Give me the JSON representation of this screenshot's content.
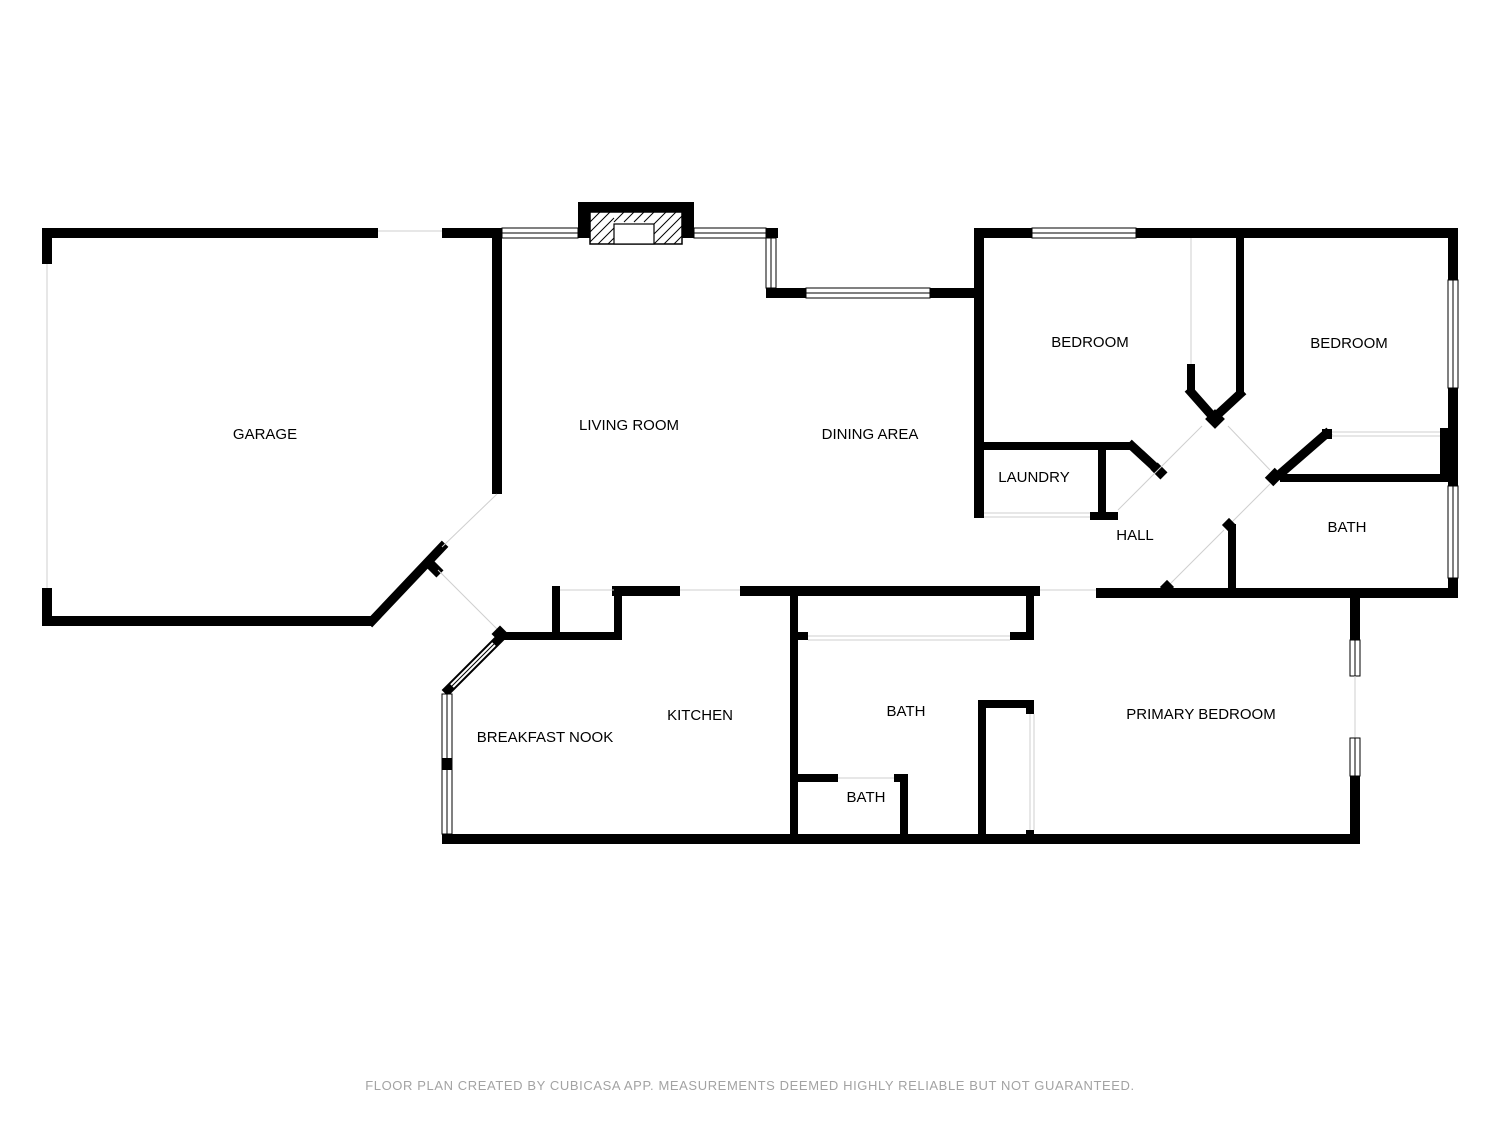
{
  "colors": {
    "wall": "#000000",
    "background": "#ffffff",
    "footer_text": "#a3a3a3"
  },
  "rooms": {
    "garage": "GARAGE",
    "living_room": "LIVING ROOM",
    "dining_area": "DINING AREA",
    "bedroom_1": "BEDROOM",
    "bedroom_2": "BEDROOM",
    "laundry": "LAUNDRY",
    "hall": "HALL",
    "bath_right": "BATH",
    "kitchen": "KITCHEN",
    "breakfast_nook": "BREAKFAST NOOK",
    "bath_center": "BATH",
    "bath_small": "BATH",
    "primary_bedroom": "PRIMARY BEDROOM"
  },
  "footer": {
    "note": "FLOOR PLAN CREATED BY CUBICASA APP. MEASUREMENTS DEEMED HIGHLY RELIABLE BUT NOT GUARANTEED."
  },
  "icons": {
    "fireplace": "fireplace-icon"
  }
}
